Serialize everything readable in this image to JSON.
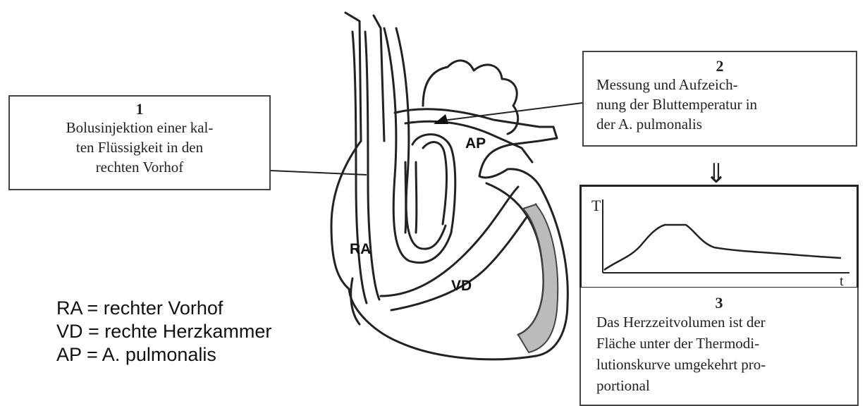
{
  "box1": {
    "number": "1",
    "lines": [
      "Bolusinjektion einer kal-",
      "ten Flüssigkeit in den",
      "rechten Vorhof"
    ]
  },
  "box2": {
    "number": "2",
    "lines": [
      "Messung und Aufzeich-",
      "nung der Bluttemperatur in",
      "der A. pulmonalis"
    ]
  },
  "box3": {
    "number": "3",
    "lines": [
      "Das Herzzeitvolumen ist der",
      "Fläche unter der Thermodi-",
      "lutionskurve umgekehrt pro-",
      "portional"
    ]
  },
  "heart_labels": {
    "ra": "RA",
    "ap": "AP",
    "vd": "VD"
  },
  "legend": [
    "RA = rechter Vorhof",
    "VD = rechte Herzkammer",
    "AP = A. pulmonalis"
  ],
  "graph": {
    "y_axis": "T",
    "x_axis": "t"
  },
  "arrow": "⇓"
}
